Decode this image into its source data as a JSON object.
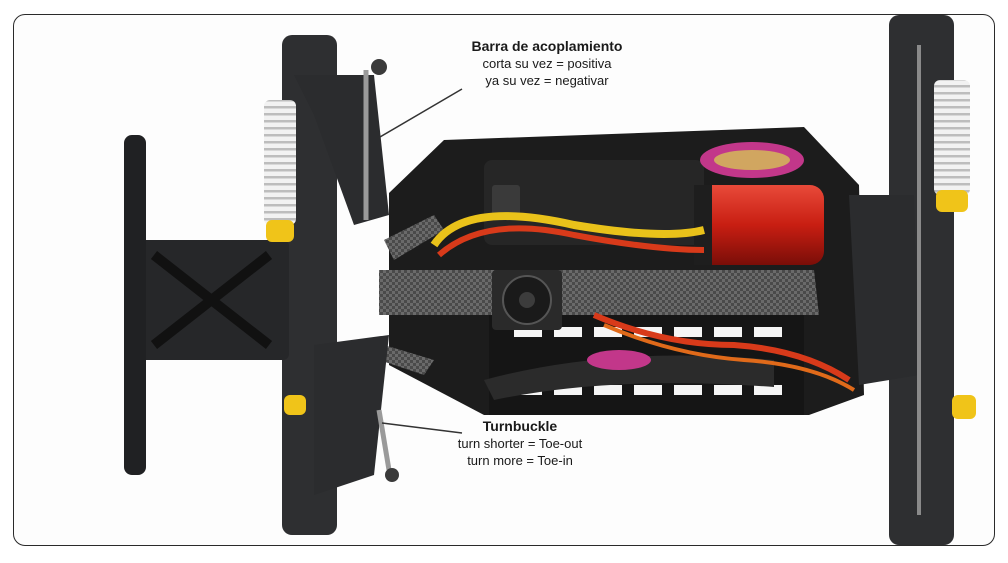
{
  "callouts": {
    "top": {
      "title": "Barra de acoplamiento",
      "line1": "corta su vez = positiva",
      "line2": "ya su vez = negativar"
    },
    "bottom": {
      "title": "Turnbuckle",
      "line1": "turn shorter = Toe-out",
      "line2": "turn more = Toe-in"
    }
  },
  "colors": {
    "chassis": "#1c1c1c",
    "plastic": "#2e2f31",
    "motor_red": "#c81e12",
    "wire_yellow": "#e9c21a",
    "spring_white": "#e8e8e8",
    "shock_yellow": "#f0c419",
    "carbon": "#5a5a5a",
    "sticker_pink": "#c2378a"
  }
}
